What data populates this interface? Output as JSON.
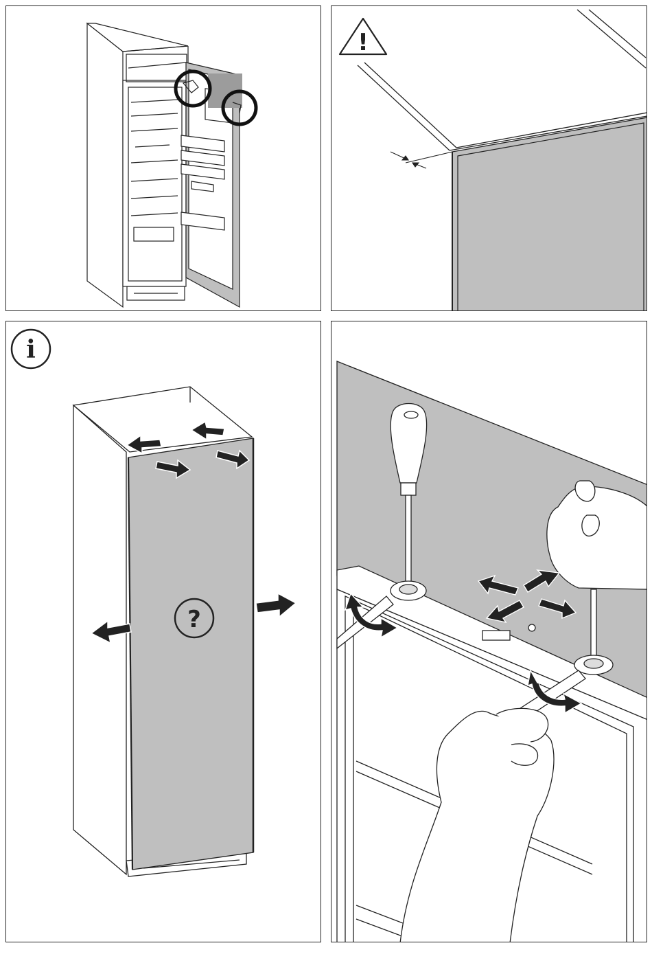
{
  "panels": [
    {
      "id": "panel-1",
      "content": "fridge-open-door-hinge-circles"
    },
    {
      "id": "panel-2",
      "content": "warning-gap-detail",
      "icon": "warning-icon",
      "icon_glyph": "!"
    },
    {
      "id": "panel-3",
      "content": "door-alignment-info",
      "icon": "info-icon",
      "icon_glyph": "i",
      "center_glyph": "?"
    },
    {
      "id": "panel-4",
      "content": "adjusting-with-screwdriver-and-wrench"
    }
  ],
  "colors": {
    "line": "#222222",
    "grey": "#bfbfbf",
    "dark_grey": "#9c9c9c",
    "white": "#ffffff"
  }
}
